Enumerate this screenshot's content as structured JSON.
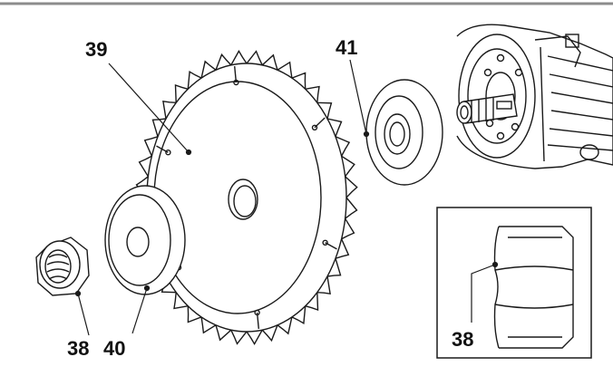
{
  "colors": {
    "line": "#1a1a1a",
    "rule": "#8c8c8c",
    "background": "#ffffff"
  },
  "callouts": {
    "saw_blade": "39",
    "inner_flange": "41",
    "outer_flange": "40",
    "nut": "38",
    "detail_nut": "38"
  }
}
